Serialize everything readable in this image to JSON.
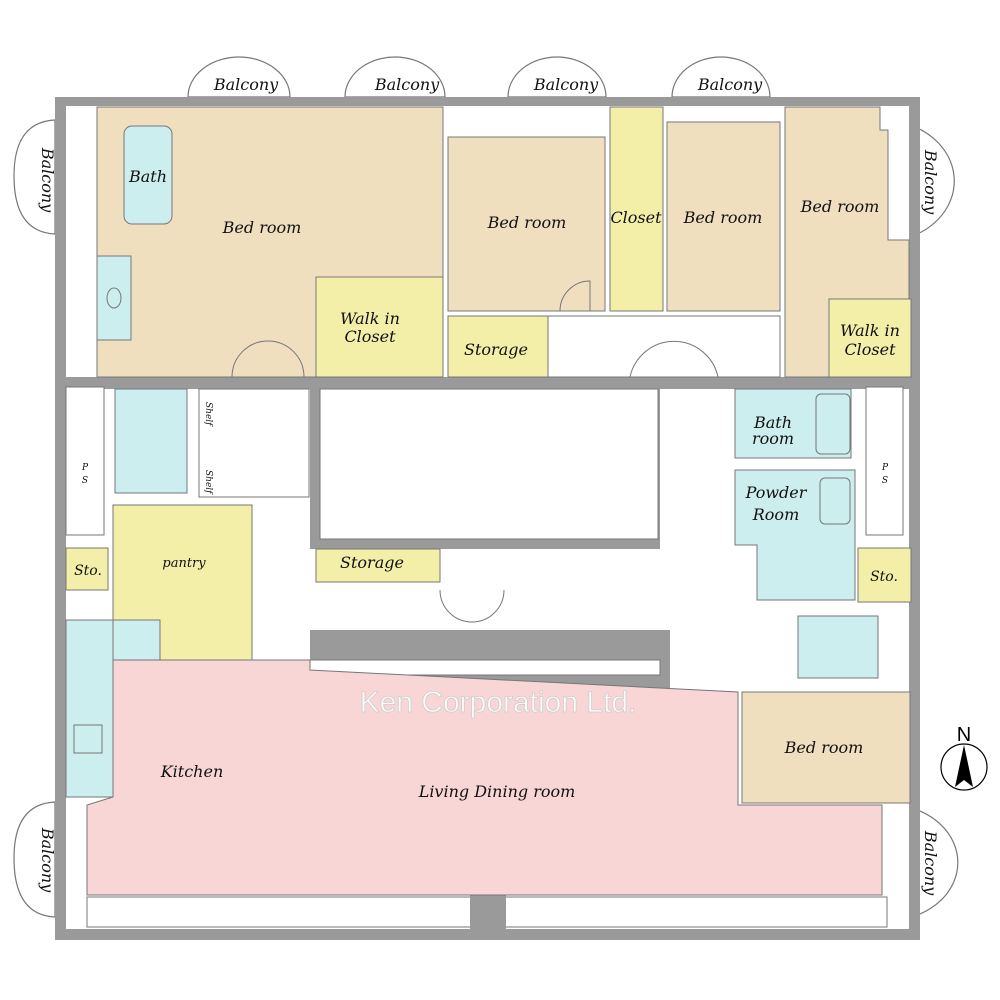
{
  "plan": {
    "rooms": {
      "master_bedroom": "Bed room",
      "master_bath": "Bath",
      "walk_in_closet_1": [
        "Walk in",
        "Closet"
      ],
      "bedroom_2": "Bed room",
      "storage_1": "Storage",
      "closet": "Closet",
      "bedroom_3": "Bed room",
      "bedroom_4": "Bed room",
      "walk_in_closet_2": [
        "Walk in",
        "Closet"
      ],
      "ps_left": [
        "P",
        "S"
      ],
      "ps_right": [
        "P",
        "S"
      ],
      "shelf_1": "Shelf",
      "shelf_2": "Shelf",
      "sto_left": "Sto.",
      "pantry": "pantry",
      "storage_2": "Storage",
      "bath_room": [
        "Bath",
        "room"
      ],
      "powder_room": [
        "Powder",
        "Room"
      ],
      "sto_right": "Sto.",
      "kitchen": "Kitchen",
      "living_dining": "Living Dining room",
      "bedroom_5": "Bed room"
    },
    "balconies": [
      "Balcony",
      "Balcony",
      "Balcony",
      "Balcony",
      "Balcony",
      "Balcony",
      "Balcony",
      "Balcony"
    ],
    "compass": "N",
    "watermark": "Ken Corporation Ltd."
  }
}
